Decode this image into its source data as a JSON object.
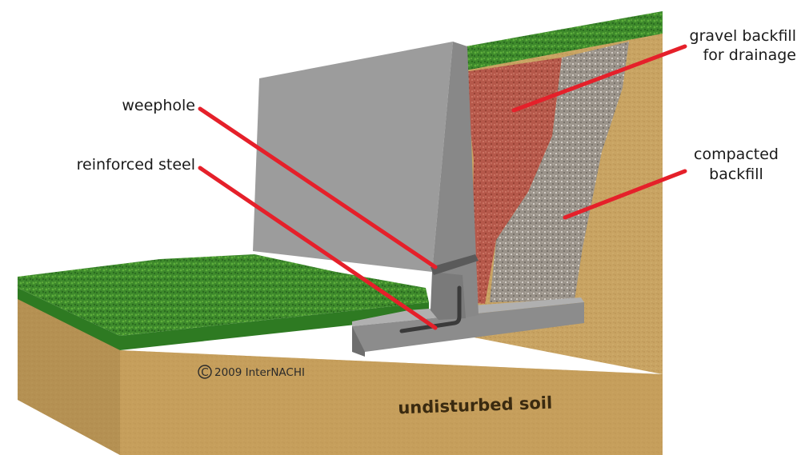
{
  "labels": {
    "gravel_line1": "gravel backfill",
    "gravel_line2": "for drainage",
    "weephole": "weephole",
    "reinforced_steel": "reinforced steel",
    "compacted_line1": "compacted",
    "compacted_line2": "backfill",
    "undisturbed_soil": "undisturbed soil"
  },
  "copyright": {
    "symbol": "C",
    "text": "2009 InterNACHI"
  },
  "colors": {
    "pointer_red": "#e5202a",
    "soil": "#c9a463",
    "soil_dark": "#a9854a",
    "grass": "#3e8a2c",
    "grass_dark": "#1f5a18",
    "concrete": "#9c9c9c",
    "concrete_dark": "#767676",
    "gravel_red": "#b5584a",
    "compacted_gravel": "#9a938a"
  }
}
